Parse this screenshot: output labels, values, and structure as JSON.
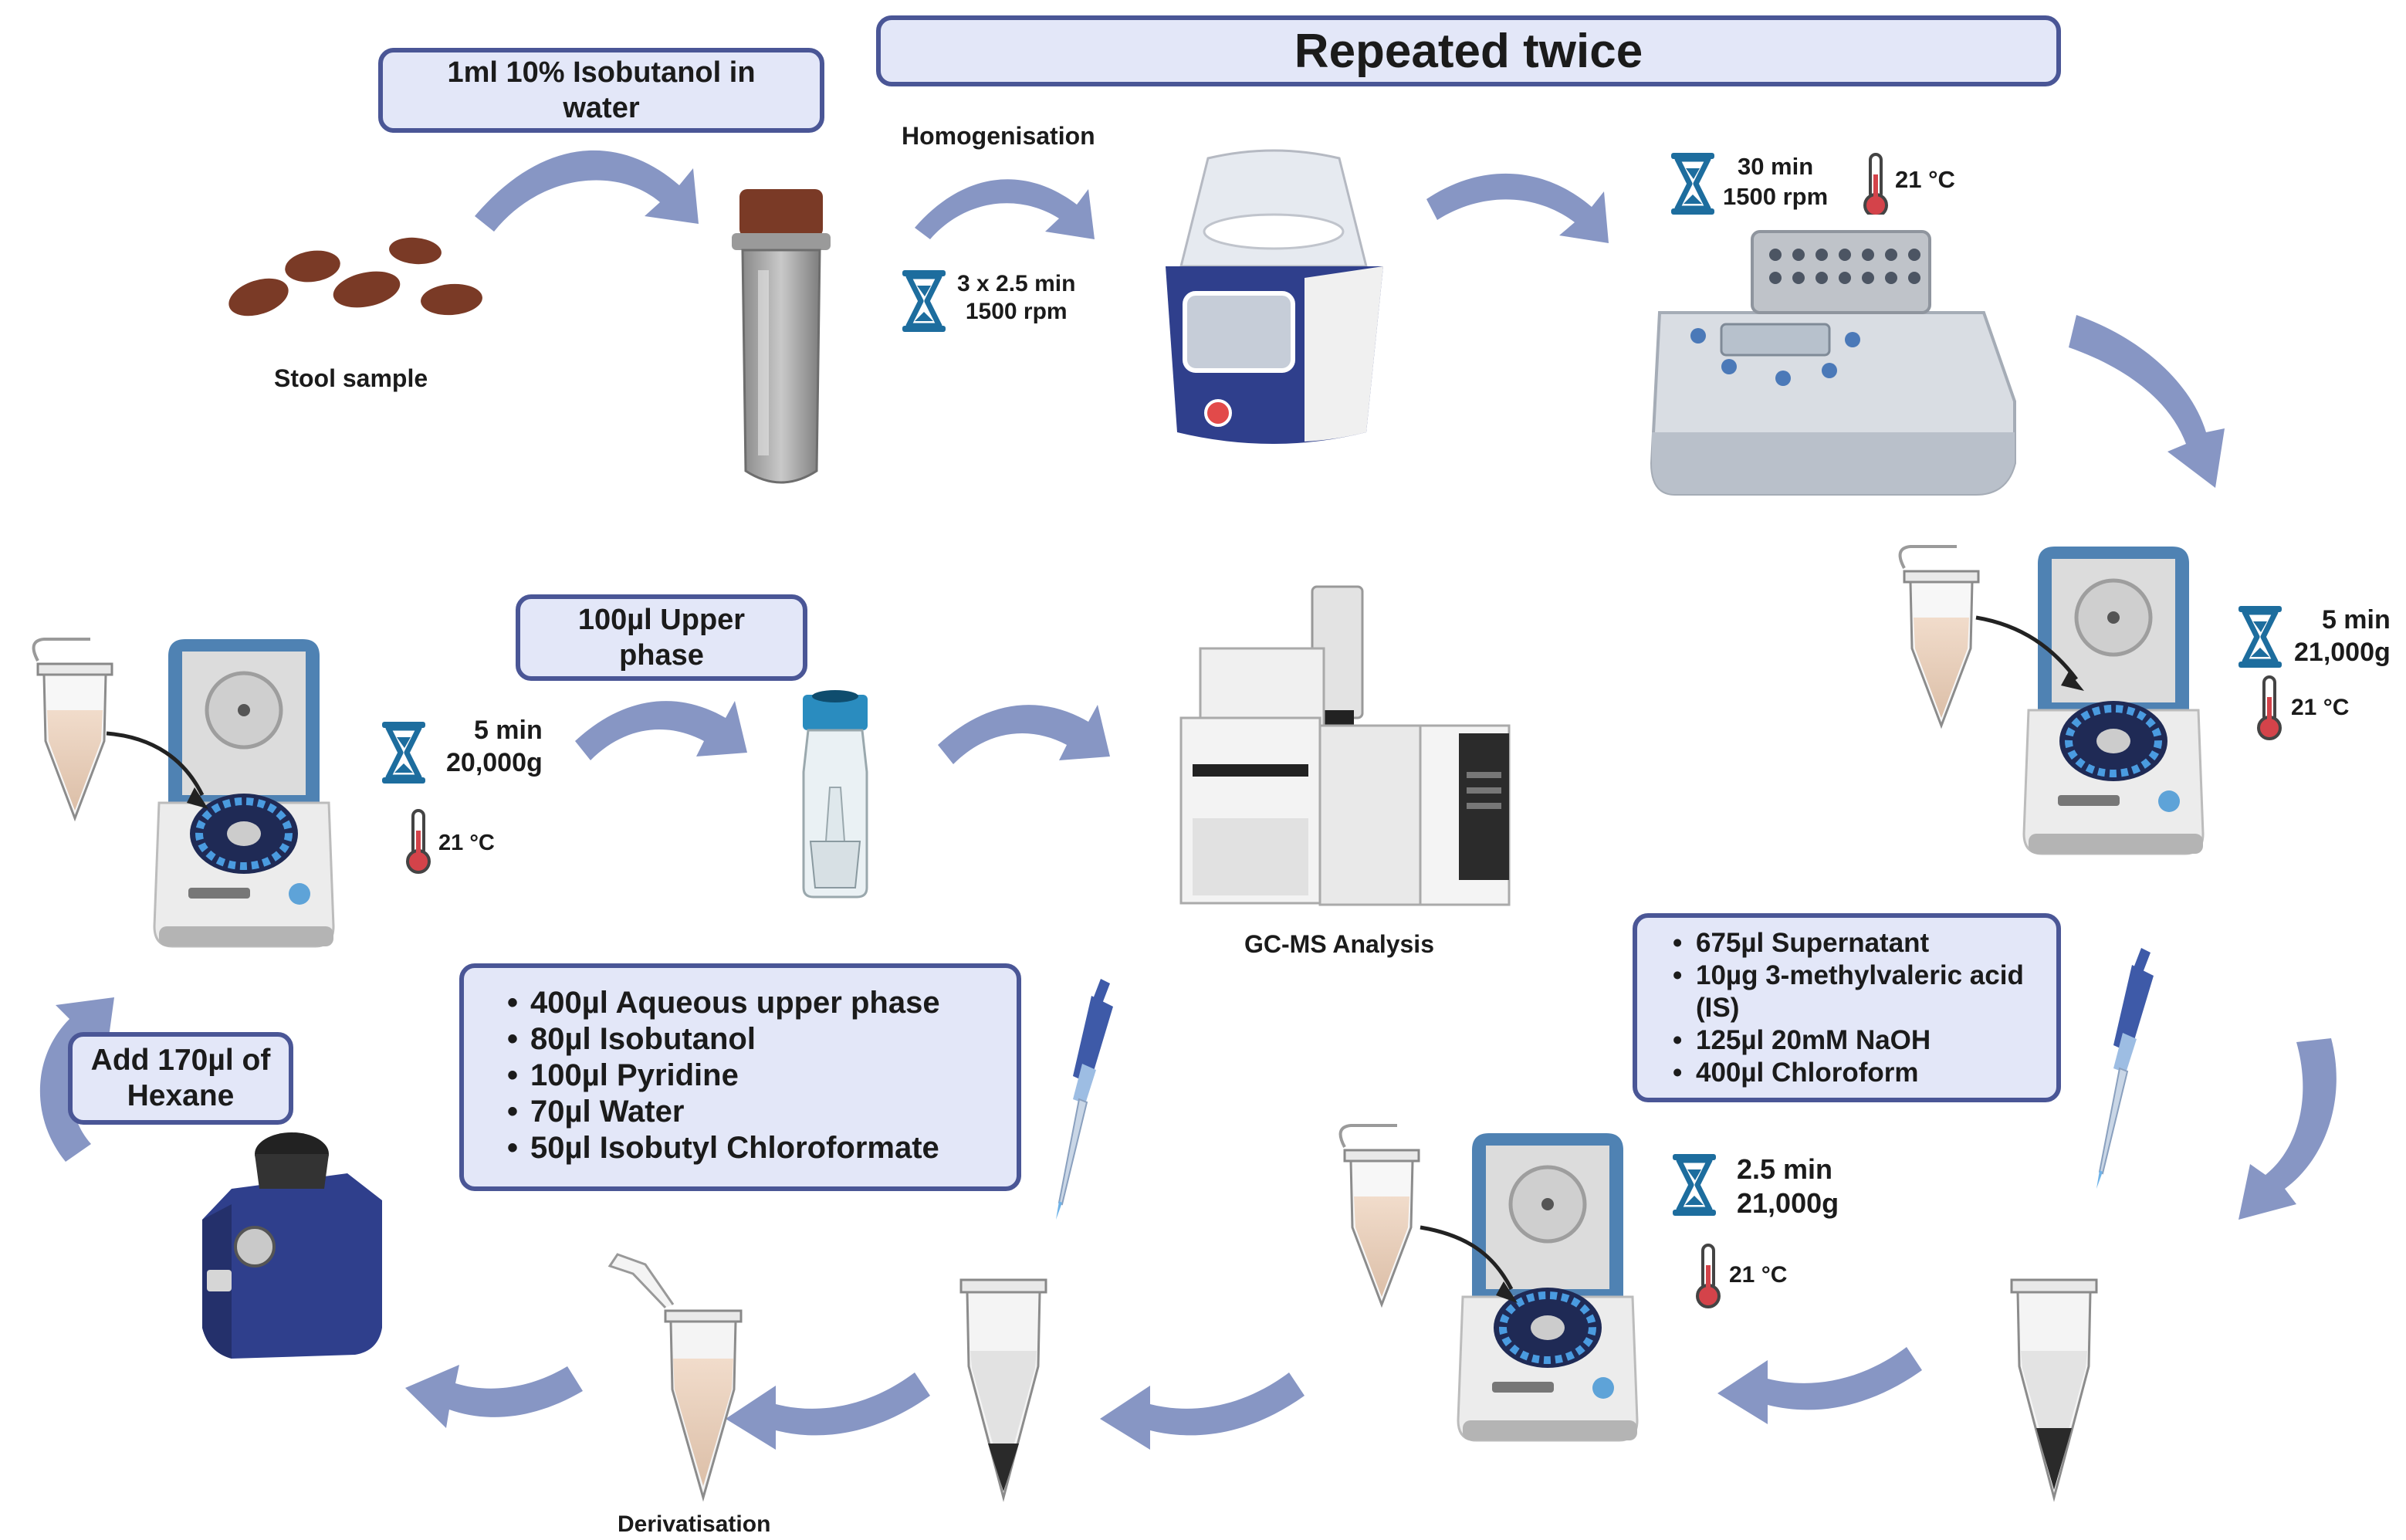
{
  "title": "Repeated twice",
  "labels": {
    "isobutanol_box": "1ml 10% Isobutanol in water",
    "stool_sample": "Stool sample",
    "homogenisation": "Homogenisation",
    "gcms": "GC-MS Analysis",
    "derivatisation": "Derivatisation",
    "upper_phase_box": "100µl Upper phase",
    "hexane_box": "Add 170µl of Hexane"
  },
  "conditions": {
    "homogenise_time": "3 x 2.5 min",
    "homogenise_speed": "1500 rpm",
    "shaker_time": "30 min",
    "shaker_speed": "1500 rpm",
    "shaker_temp": "21 °C",
    "spin1_time": "5 min",
    "spin1_force": "21,000g",
    "spin1_temp": "21 °C",
    "spin2_time": "2.5 min",
    "spin2_force": "21,000g",
    "spin2_temp": "21 °C",
    "spin3_time": "5 min",
    "spin3_force": "20,000g",
    "spin3_temp": "21 °C"
  },
  "reagents_box_1": [
    "675µl Supernatant",
    "10µg 3-methylvaleric acid (IS)",
    "125µl 20mM NaOH",
    "400µl Chloroform"
  ],
  "reagents_box_2": [
    "400µl Aqueous upper phase",
    "80µl Isobutanol",
    "100µl Pyridine",
    "70µl Water",
    "50µl Isobutyl Chloroformate"
  ],
  "colors": {
    "arrow": "#8796c4",
    "box_fill": "#e3e7f8",
    "box_border": "#4a5696",
    "device_blue": "#3d4a8c",
    "thermometer_red": "#d4434a",
    "stool": "#7a3a26"
  },
  "icons": [
    "hourglass-icon",
    "thermometer-icon",
    "pipette-icon",
    "centrifuge-icon",
    "vortex-mixer-icon",
    "gc-ms-instrument-icon",
    "vial-icon",
    "eppendorf-tube-icon",
    "homogeniser-icon",
    "thermo-shaker-icon"
  ]
}
